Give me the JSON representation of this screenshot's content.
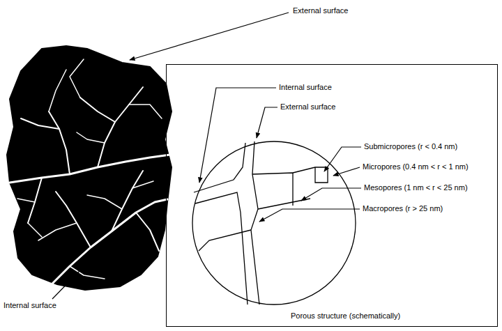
{
  "diagram": {
    "nodes": [
      {
        "text": [
          "Porous structure (schematically)"
        ]
      }
    ],
    "labels": [
      "External surface",
      "Internal surface",
      "Internal surface",
      "External surface",
      "Submicropores (r < 0.4 nm)",
      "Micropores (0.4 nm < r < 1 nm)",
      "Mesopores (1 nm < r < 25 nm)",
      "Macropores (r > 25 nm)"
    ]
  }
}
